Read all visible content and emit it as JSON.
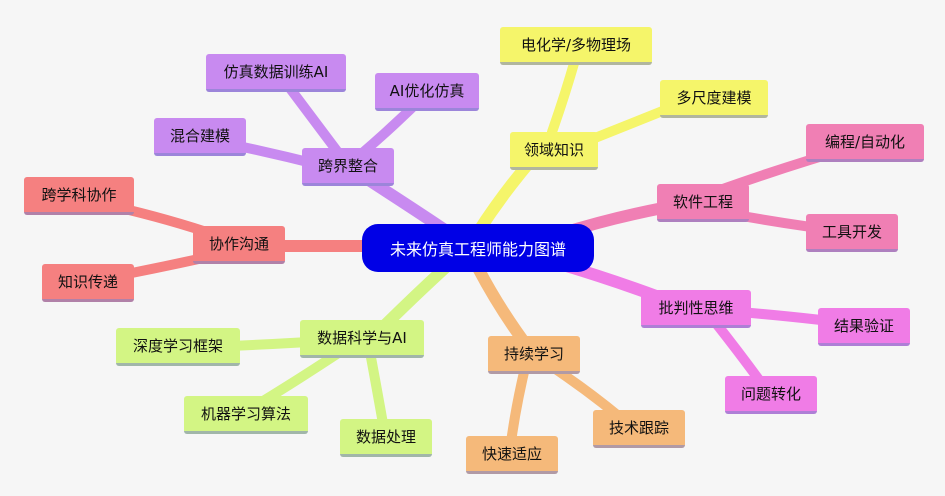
{
  "root": "未来仿真工程师能力图谱",
  "branches": {
    "domain": {
      "label": "领域知识",
      "color": "#f5f56a",
      "children": [
        "电化学/多物理场",
        "多尺度建模"
      ]
    },
    "software": {
      "label": "软件工程",
      "color": "#f07fb4",
      "children": [
        "编程/自动化",
        "工具开发"
      ]
    },
    "critical": {
      "label": "批判性思维",
      "color": "#f07ce6",
      "children": [
        "结果验证",
        "问题转化"
      ]
    },
    "learning": {
      "label": "持续学习",
      "color": "#f5b97a",
      "children": [
        "技术跟踪",
        "快速适应"
      ]
    },
    "datasci": {
      "label": "数据科学与AI",
      "color": "#d3f584",
      "children": [
        "深度学习框架",
        "机器学习算法",
        "数据处理"
      ]
    },
    "collab": {
      "label": "协作沟通",
      "color": "#f58080",
      "children": [
        "跨学科协作",
        "知识传递"
      ]
    },
    "cross": {
      "label": "跨界整合",
      "color": "#c88af0",
      "children": [
        "仿真数据训练AI",
        "AI优化仿真",
        "混合建模"
      ]
    }
  }
}
